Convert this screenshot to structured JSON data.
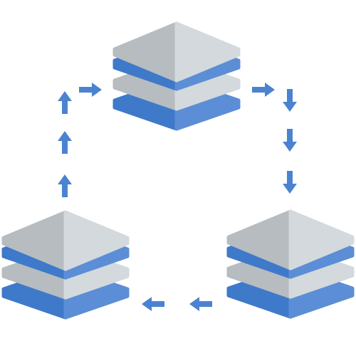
{
  "diagram": {
    "kind": "cyclic data replication flow",
    "nodes": [
      {
        "id": "top",
        "icon": "layered-stack-icon",
        "layers": 4
      },
      {
        "id": "bottom-right",
        "icon": "layered-stack-icon",
        "layers": 4
      },
      {
        "id": "bottom-left",
        "icon": "layered-stack-icon",
        "layers": 4
      }
    ],
    "edges": [
      {
        "from": "top",
        "to": "bottom-right",
        "arrow_icon": "arrow-icon",
        "direction": "clockwise"
      },
      {
        "from": "bottom-right",
        "to": "bottom-left",
        "arrow_icon": "arrow-icon",
        "direction": "clockwise"
      },
      {
        "from": "bottom-left",
        "to": "top",
        "arrow_icon": "arrow-icon",
        "direction": "clockwise"
      }
    ],
    "colors": {
      "blue_light": "#5b8ed6",
      "blue_dark": "#3f79c9",
      "gray_light": "#d3d9dc",
      "gray_dark": "#b6bcbf",
      "arrow": "#4a83d0",
      "background": "#ffffff"
    }
  }
}
